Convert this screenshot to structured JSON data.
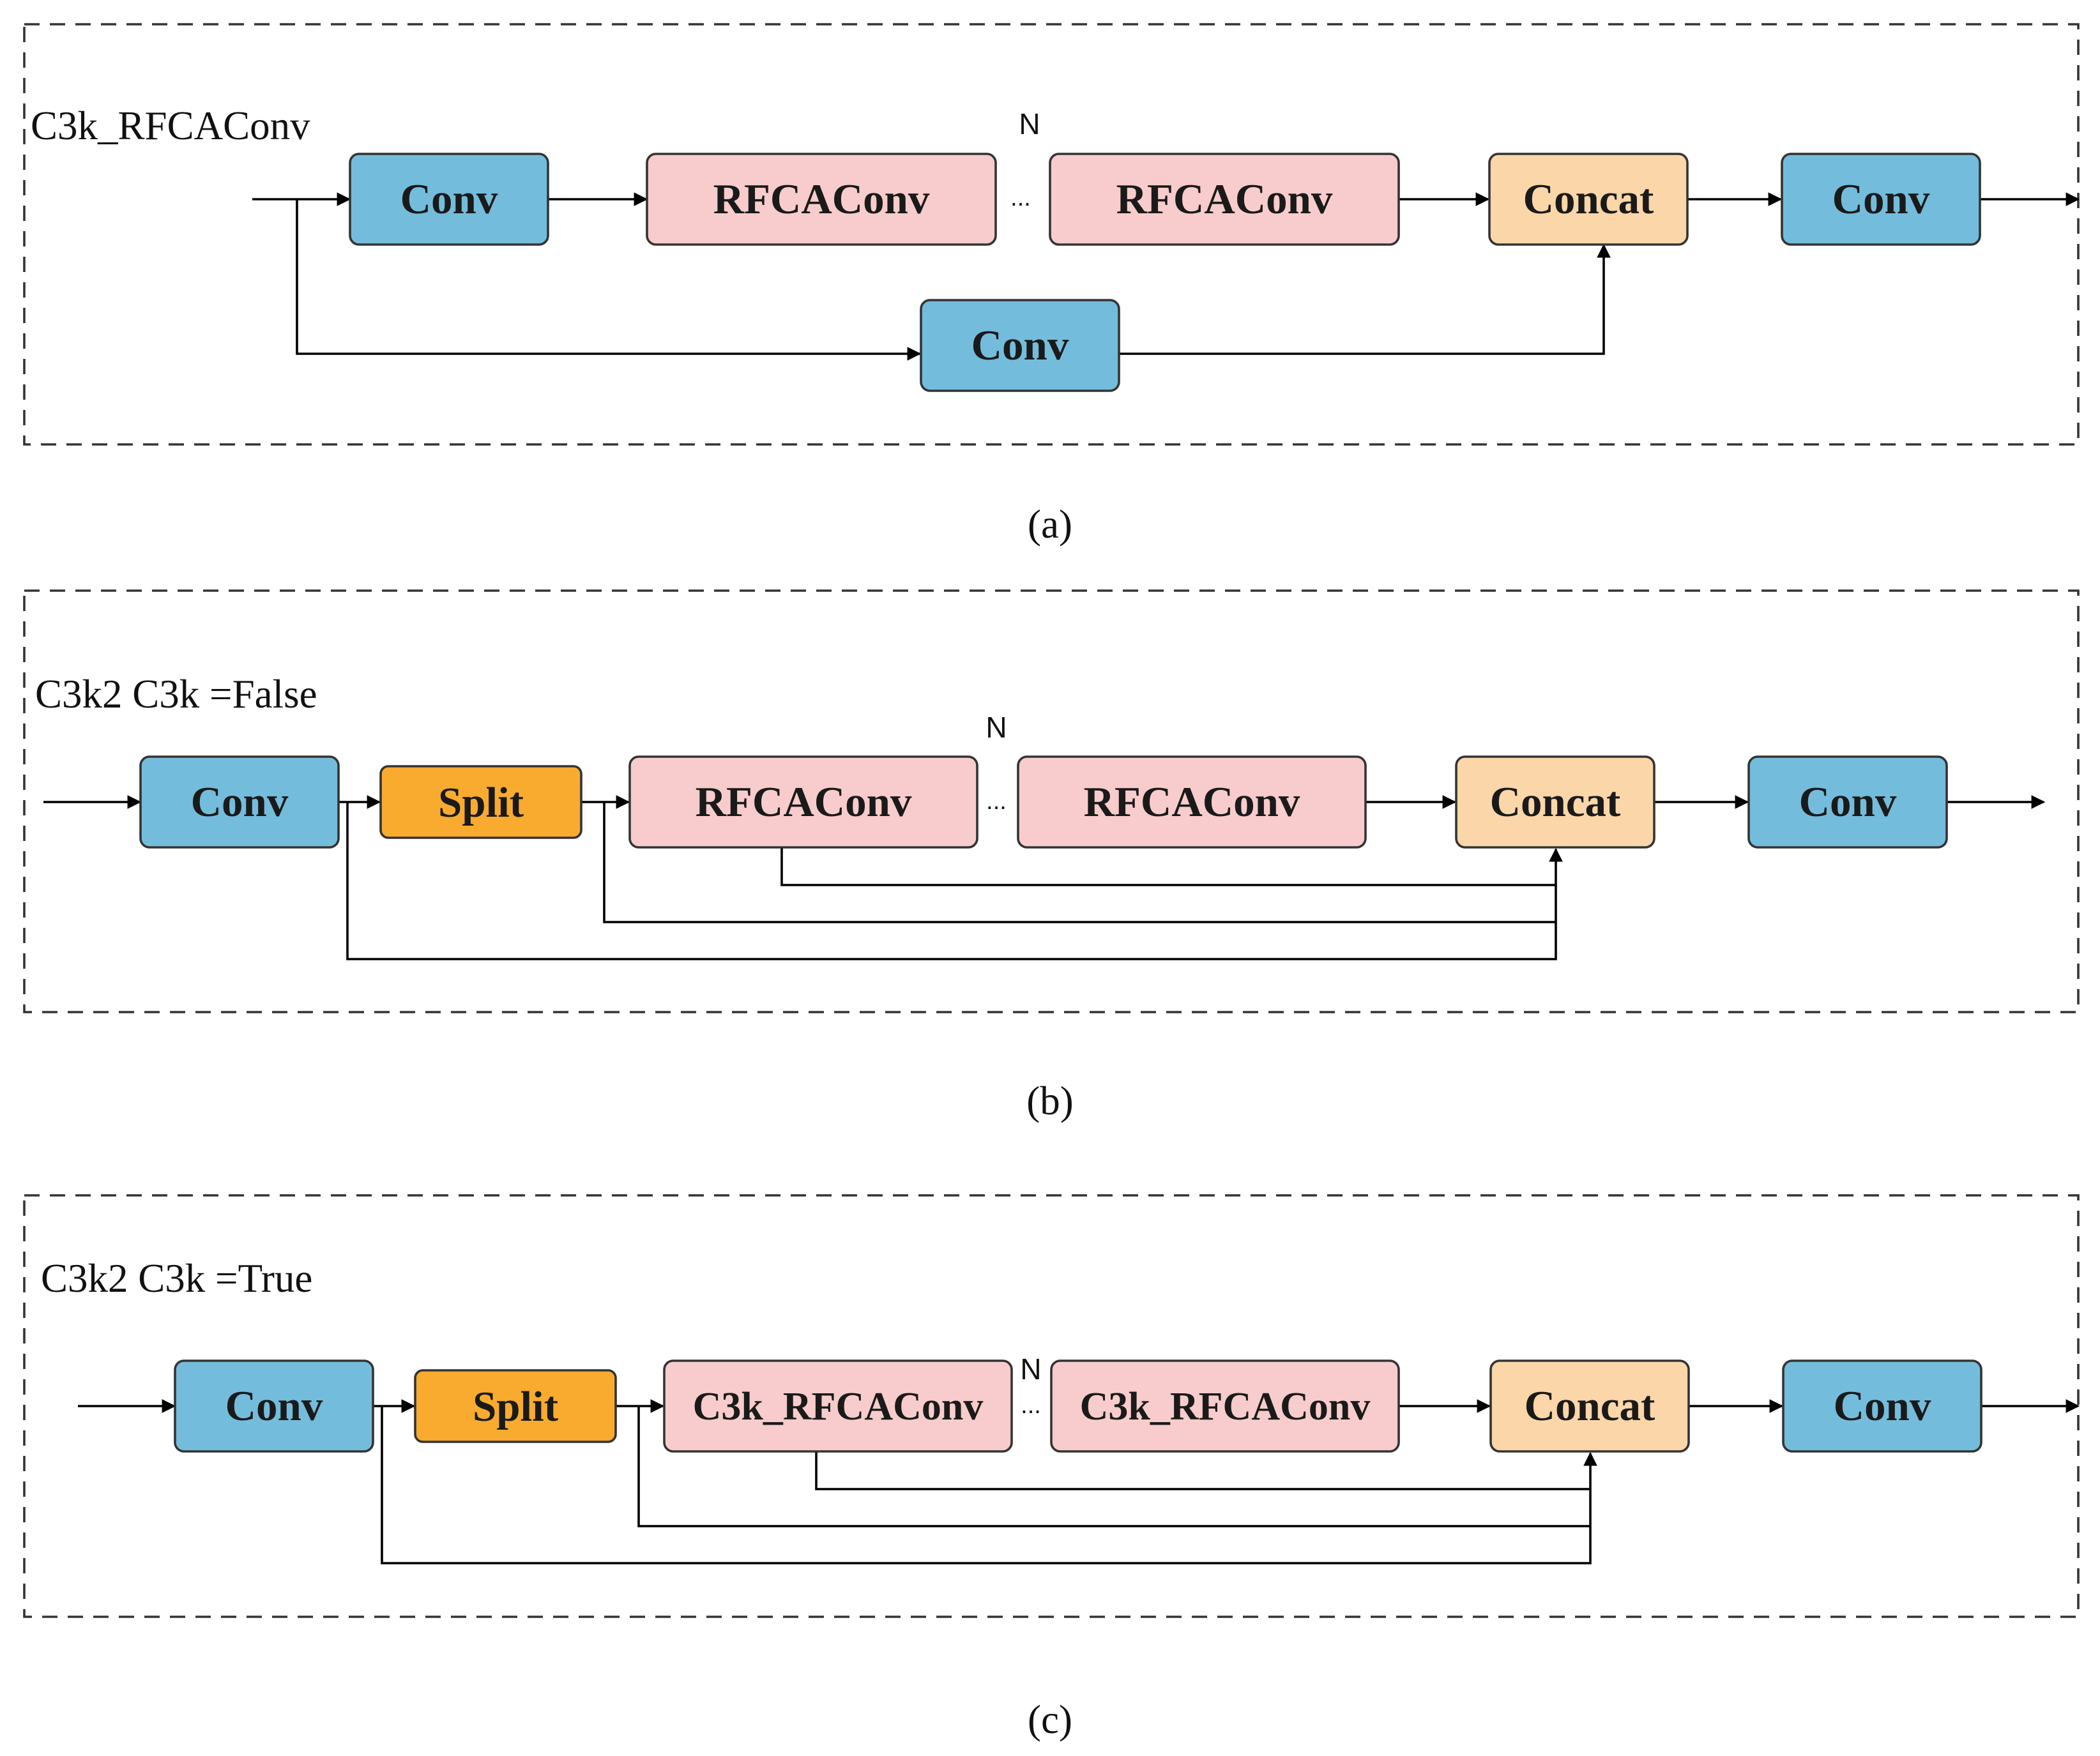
{
  "panel_a": {
    "title": "C3k_RFCAConv",
    "caption": "(a)",
    "repeat_label": "N",
    "ellipsis": "...",
    "blocks": {
      "conv_in": "Conv",
      "rfca_1": "RFCAConv",
      "rfca_n": "RFCAConv",
      "concat": "Concat",
      "conv_out": "Conv",
      "conv_skip": "Conv"
    }
  },
  "panel_b": {
    "title": "C3k2   C3k =False",
    "caption": "(b)",
    "repeat_label": "N",
    "ellipsis": "...",
    "blocks": {
      "conv_in": "Conv",
      "split": "Split",
      "rfca_1": "RFCAConv",
      "rfca_n": "RFCAConv",
      "concat": "Concat",
      "conv_out": "Conv"
    }
  },
  "panel_c": {
    "title": "C3k2   C3k =True",
    "caption": "(c)",
    "repeat_label": "N",
    "ellipsis": "...",
    "blocks": {
      "conv_in": "Conv",
      "split": "Split",
      "c3k_1": "C3k_RFCAConv",
      "c3k_n": "C3k_RFCAConv",
      "concat": "Concat",
      "conv_out": "Conv"
    }
  },
  "colors": {
    "conv": "#74BCDC",
    "rfcaconv": "#F8CCCC",
    "concat": "#FAD6A8",
    "split": "#F9AB2F"
  }
}
